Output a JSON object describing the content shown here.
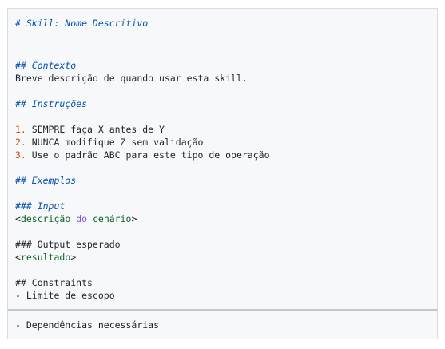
{
  "top": {
    "title": "# Skill: Nome Descritivo"
  },
  "main": {
    "context_heading": "## Contexto",
    "context_text": "Breve descrição de quando usar esta skill.",
    "instructions_heading": "## Instruções",
    "instructions": [
      {
        "num": "1.",
        "text": " SEMPRE faça X antes de Y"
      },
      {
        "num": "2.",
        "text": " NUNCA modifique Z sem validação"
      },
      {
        "num": "3.",
        "text": " Use o padrão ABC para este tipo de operação"
      }
    ],
    "examples_heading": "## Exemplos",
    "input_heading": "### Input",
    "input_line": {
      "open": "<",
      "word1": "descrição",
      "space1": " ",
      "word2": "do",
      "space2": " ",
      "word3": "cenário",
      "close": ">"
    },
    "output_heading": "### Output esperado",
    "output_line": {
      "open": "<",
      "word": "resultado",
      "close": ">"
    },
    "constraints_heading": "## Constraints",
    "constraints_item": "- Limite de escopo"
  },
  "bottom": {
    "item": "- Dependências necessárias"
  },
  "colors": {
    "heading": "#0550ae",
    "list_number": "#c9510c",
    "tag": "#116329",
    "keyword": "#8250df"
  }
}
